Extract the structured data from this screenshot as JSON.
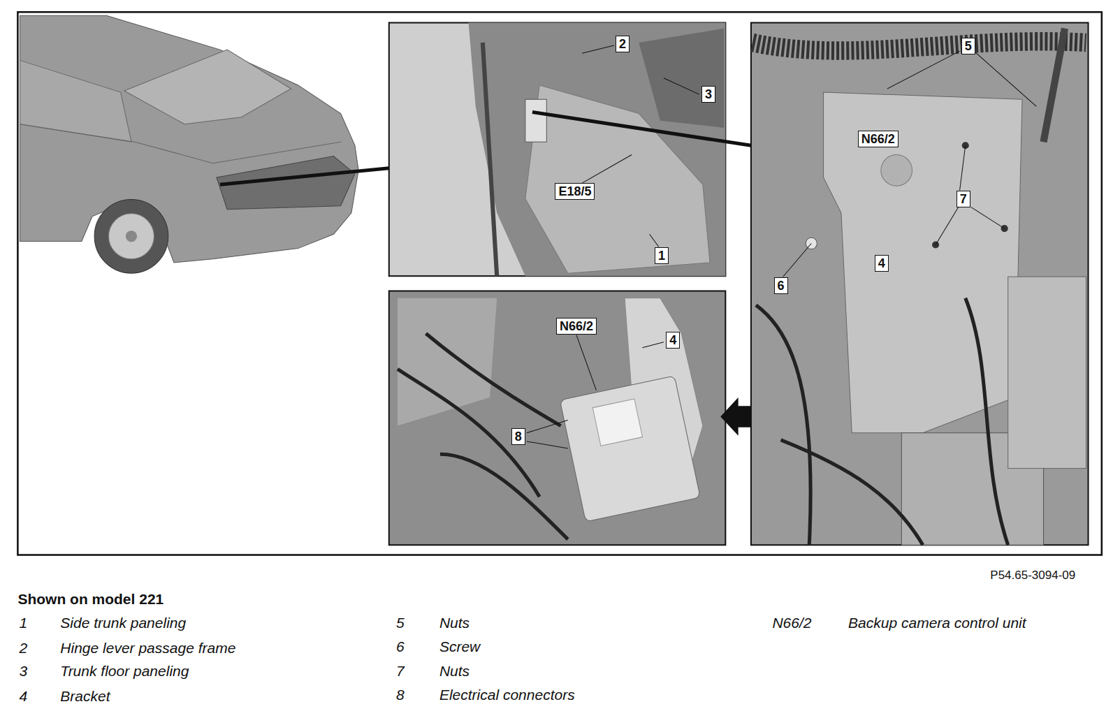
{
  "diagram": {
    "caption": "Shown on model 221",
    "labels": [
      "2",
      "3",
      "E18/5",
      "1",
      "5",
      "N66/2",
      "7",
      "6",
      "4",
      "N66/2",
      "4",
      "8",
      "P54.65-3094-09",
      "1",
      "Side trunk paneling",
      "2",
      "Hinge lever passage frame",
      "3",
      "Trunk floor paneling",
      "4",
      "Bracket",
      "5",
      "Nuts",
      "6",
      "Screw",
      "7",
      "Nuts",
      "8",
      "Electrical connectors",
      "N66/2",
      "Backup camera control unit"
    ]
  }
}
